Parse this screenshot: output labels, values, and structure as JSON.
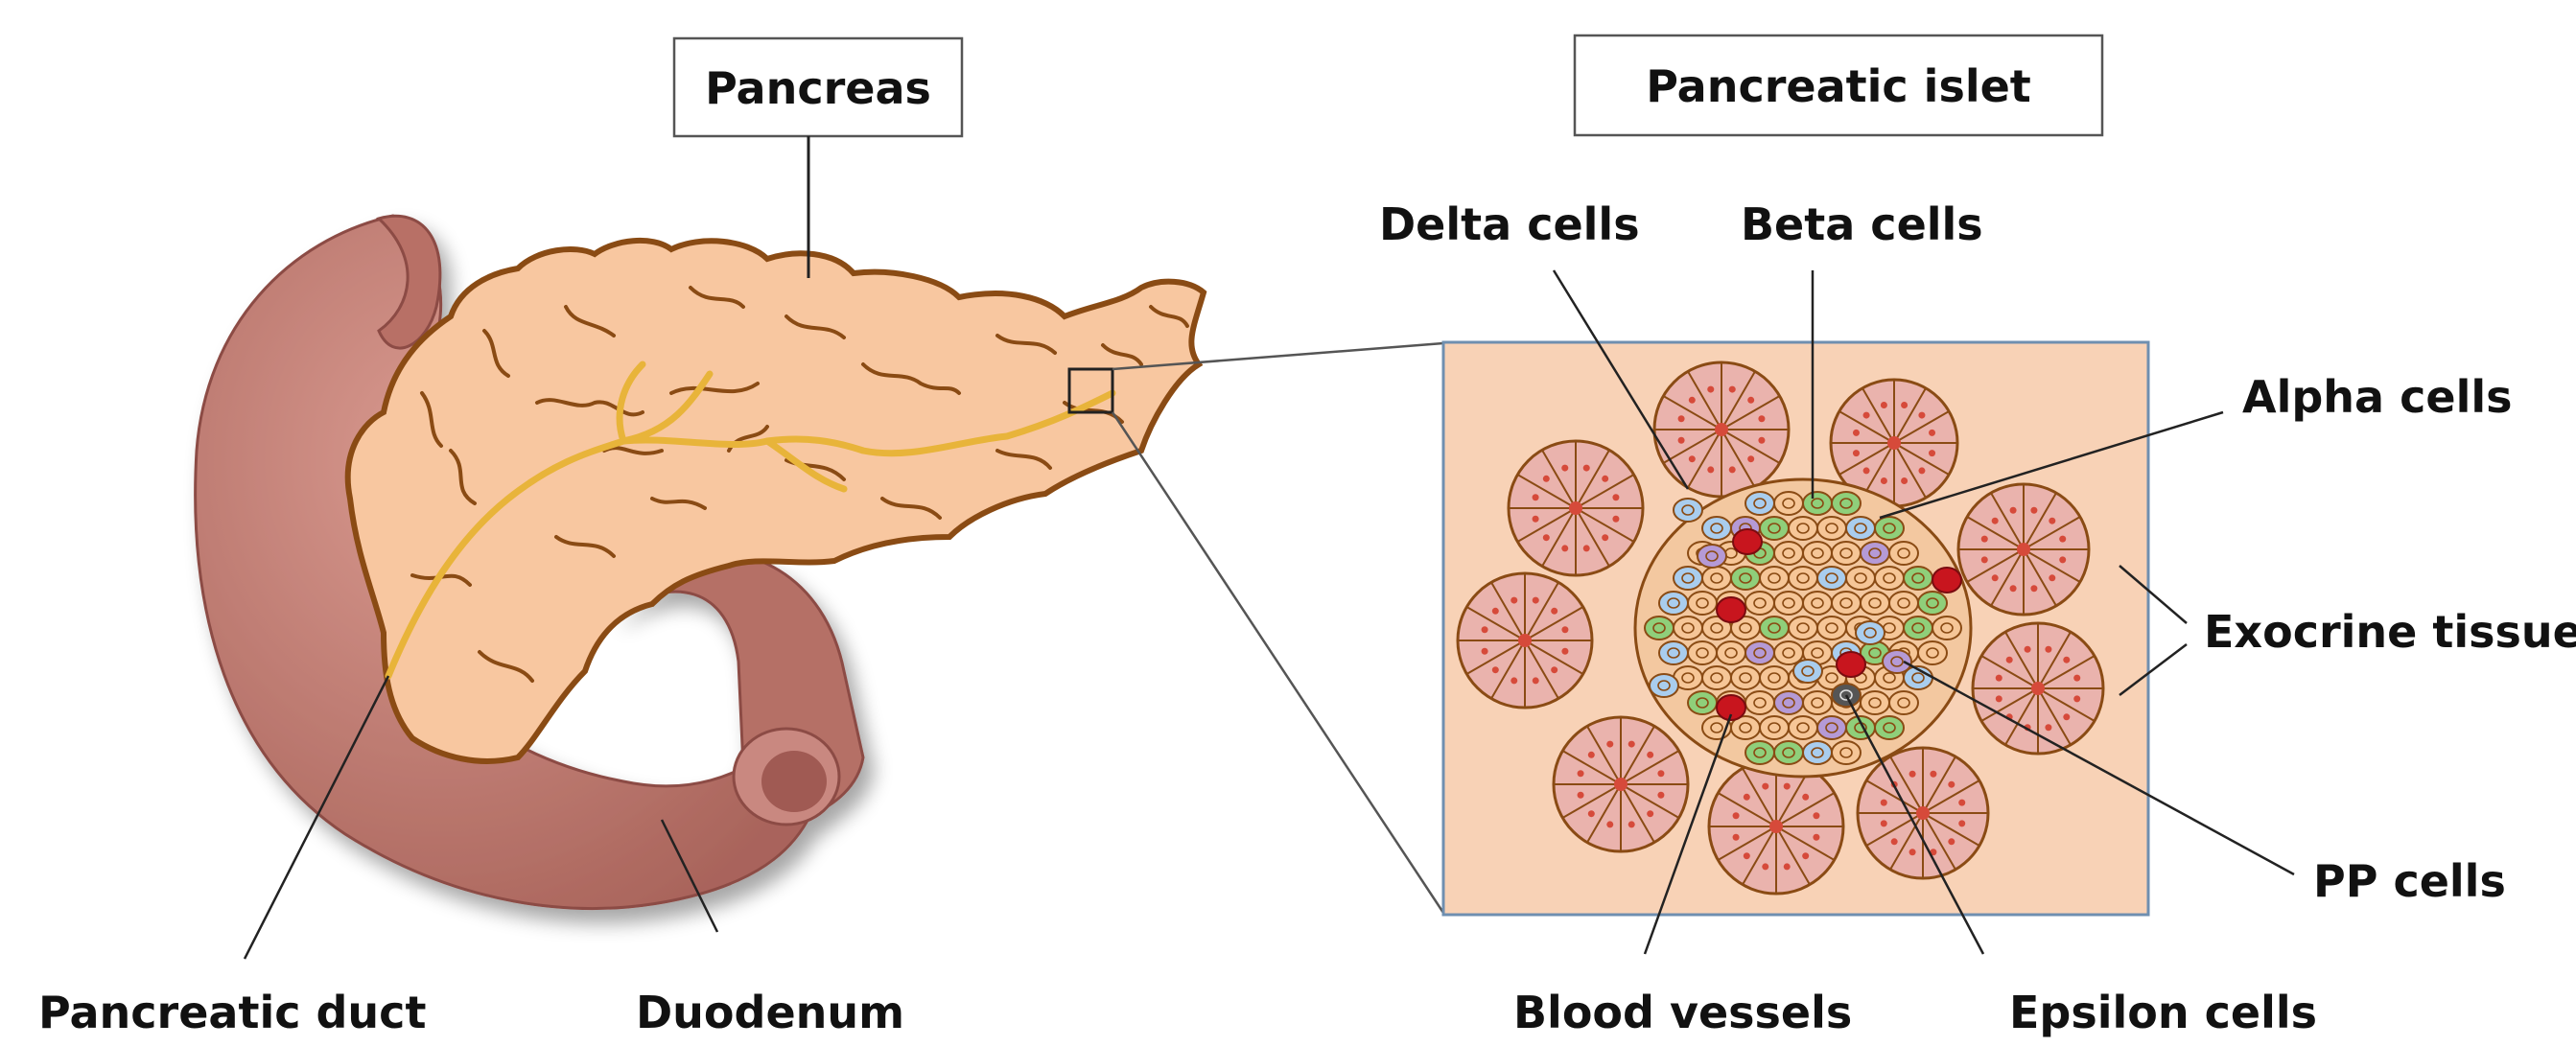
{
  "labels": {
    "pancreas": "Pancreas",
    "pancreatic_islet": "Pancreatic islet",
    "delta_cells": "Delta cells",
    "beta_cells": "Beta cells",
    "alpha_cells": "Alpha cells",
    "exocrine_tissue": "Exocrine tissue",
    "pp_cells": "PP cells",
    "pancreatic_duct": "Pancreatic duct",
    "duodenum": "Duodenum",
    "blood_vessels": "Blood vessels",
    "epsilon_cells": "Epsilon cells"
  },
  "colors": {
    "pancreas_fill": "#f8c7a0",
    "pancreas_outline": "#8a4b14",
    "duct": "#e8b43a",
    "duodenum_fill": "#c47f75",
    "duodenum_dark": "#a7625a",
    "inset_bg": "#f8d2b6",
    "inset_border": "#6f8fb0",
    "acinus_fill": "#eab3ad",
    "acinus_outline": "#8a4b14",
    "acinus_center": "#d64a3a",
    "beta_cell": "#f6c697",
    "alpha_cell": "#8fcf7a",
    "delta_cell": "#a9cdee",
    "pp_cell": "#b59ad6",
    "epsilon_cell": "#555555",
    "blood_vessel": "#c8151e"
  }
}
